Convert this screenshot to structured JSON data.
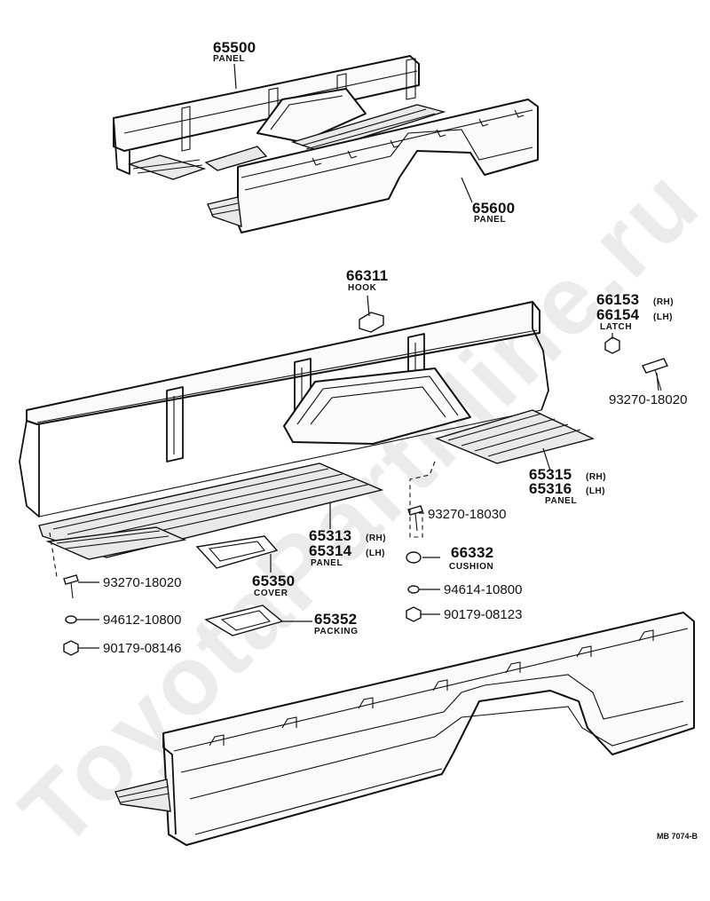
{
  "watermark": "ToyotaPartMine.ru",
  "figure_code": "MB 7074-B",
  "callouts": {
    "p65500": {
      "number": "65500",
      "desc": "PANEL"
    },
    "p65600": {
      "number": "65600",
      "desc": "PANEL"
    },
    "p66311": {
      "number": "66311",
      "desc": "HOOK"
    },
    "p66153": {
      "number": "66153",
      "side": "(RH)"
    },
    "p66154": {
      "number": "66154",
      "side": "(LH)",
      "desc": "LATCH"
    },
    "p93270_18020_r": {
      "number": "93270-18020"
    },
    "p65315": {
      "number": "65315",
      "side": "(RH)"
    },
    "p65316": {
      "number": "65316",
      "side": "(LH)",
      "desc": "PANEL"
    },
    "p93270_18030": {
      "number": "93270-18030"
    },
    "p65313": {
      "number": "65313",
      "side": "(RH)"
    },
    "p65314": {
      "number": "65314",
      "side": "(LH)",
      "desc": "PANEL"
    },
    "p66332": {
      "number": "66332",
      "desc": "CUSHION"
    },
    "p65350": {
      "number": "65350",
      "desc": "COVER"
    },
    "p94614_10800": {
      "number": "94614-10800"
    },
    "p90179_08123": {
      "number": "90179-08123"
    },
    "p93270_18020_l": {
      "number": "93270-18020"
    },
    "p94612_10800": {
      "number": "94612-10800"
    },
    "p65352": {
      "number": "65352",
      "desc": "PACKING"
    },
    "p90179_08146": {
      "number": "90179-08146"
    }
  }
}
